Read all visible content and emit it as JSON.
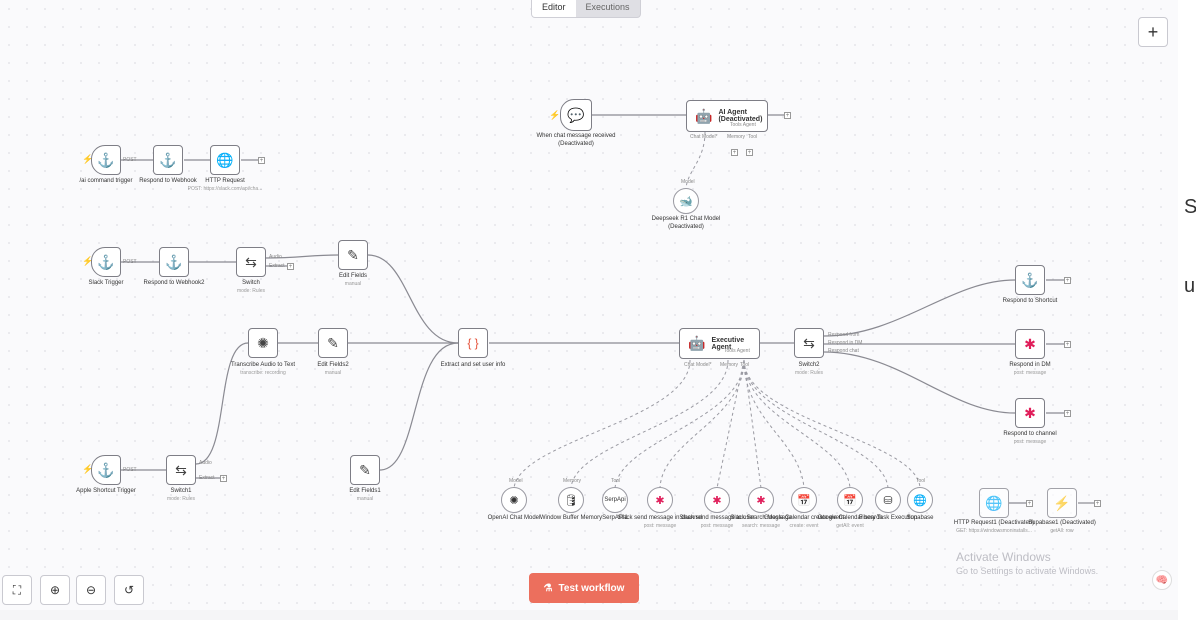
{
  "tabs": {
    "editor": "Editor",
    "executions": "Executions"
  },
  "right_clip": {
    "c1": "S",
    "c2": "u"
  },
  "nodes": {
    "chat_trigger": {
      "label": "When chat message received (Deactivated)",
      "icon": "chat-icon"
    },
    "ai_agent": {
      "label": "AI Agent (Deactivated)",
      "sub": "Tools Agent",
      "ports": [
        "Chat Model*",
        "Memory",
        "Tool"
      ]
    },
    "deepseek": {
      "label": "Deepseek R1 Chat Model (Deactivated)",
      "port": "Model"
    },
    "ai_command_trigger": {
      "label": "/ai command trigger",
      "edge": "POST"
    },
    "respond_webhook": {
      "label": "Respond to Webhook"
    },
    "http_request": {
      "label": "HTTP Request",
      "sub": "POST: https://slack.com/api/cha..."
    },
    "slack_trigger": {
      "label": "Slack Trigger",
      "edge": "POST"
    },
    "respond_webhook2": {
      "label": "Respond to Webhook2"
    },
    "switch": {
      "label": "Switch",
      "sub": "mode: Rules",
      "out1": "Audio",
      "out2": "Extract"
    },
    "edit_fields": {
      "label": "Edit Fields",
      "sub": "manual"
    },
    "transcribe": {
      "label": "Transcribe Audio to Text",
      "sub": "transcribe: recording"
    },
    "edit_fields2": {
      "label": "Edit Fields2",
      "sub": "manual"
    },
    "extract": {
      "label": "Extract and set user info"
    },
    "apple_trigger": {
      "label": "Apple Shortcut Trigger",
      "edge": "POST"
    },
    "switch1": {
      "label": "Switch1",
      "sub": "mode: Rules",
      "out1": "Audio",
      "out2": "Extract"
    },
    "edit_fields1": {
      "label": "Edit Fields1",
      "sub": "manual"
    },
    "exec_agent": {
      "label": "Executive Agent",
      "sub": "Tools Agent",
      "ports": [
        "Chat Model*",
        "Memory",
        "Tool"
      ]
    },
    "switch2": {
      "label": "Switch2",
      "sub": "mode: Rules",
      "out1": "Respond from",
      "out2": "Respond in DM",
      "out3": "Respond chat"
    },
    "respond_shortcut": {
      "label": "Respond to Shortcut"
    },
    "respond_dm": {
      "label": "Respond in DM",
      "sub": "post: message"
    },
    "respond_channel": {
      "label": "Respond to channel",
      "sub": "post: message"
    },
    "openai": {
      "label": "OpenAI Chat Model",
      "port": "Model"
    },
    "window_memory": {
      "label": "Window Buffer Memory",
      "port": "Memory"
    },
    "serpapi": {
      "label": "SerpAPI1",
      "port": "Tool"
    },
    "slack_send_channel": {
      "label": "Slack send message in channel",
      "sub": "post: message"
    },
    "slack_send_user": {
      "label": "Slack send message to user",
      "sub": "post: message"
    },
    "slack_search": {
      "label": "Slack Search Message",
      "sub": "search: message"
    },
    "gcal_create": {
      "label": "Google Calendar create event",
      "sub": "create: event"
    },
    "gcal_search": {
      "label": "Google Calendar search",
      "sub": "getAll: event"
    },
    "fibery": {
      "label": "Fibery Task Execution"
    },
    "supabase": {
      "label": "Supabase",
      "port": "Tool"
    },
    "http_request1": {
      "label": "HTTP Request1 (Deactivated)",
      "sub": "GET: https://windowsmoninstalls..."
    },
    "supabase1": {
      "label": "Supabase1 (Deactivated)",
      "sub": "getAll: row"
    }
  },
  "controls": {
    "add": "+",
    "test_workflow": "Test workflow"
  },
  "activate": {
    "line1": "Activate Windows",
    "line2": "Go to Settings to activate Windows."
  },
  "colors": {
    "accent": "#ec6f5d",
    "trigger": "#e5533c"
  }
}
